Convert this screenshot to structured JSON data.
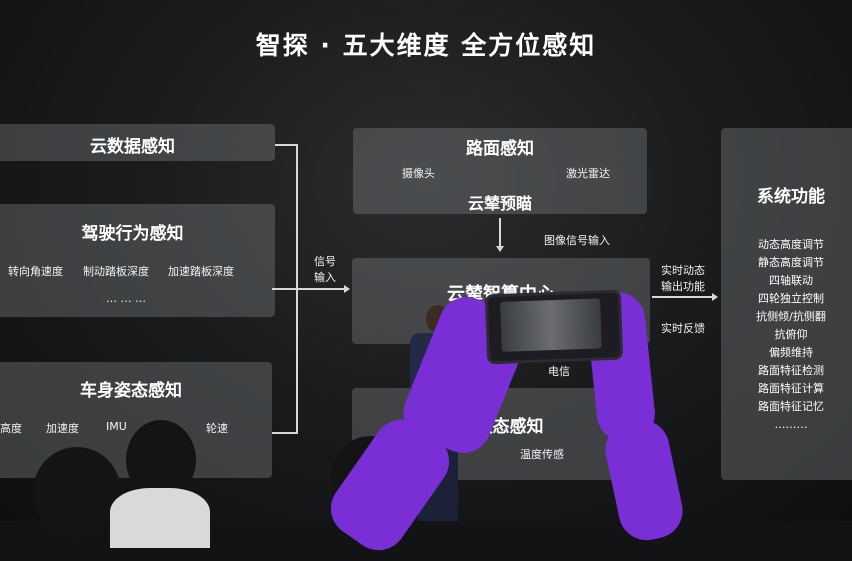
{
  "title": "智探 · 五大维度 全方位感知",
  "left": {
    "cloud": "云数据感知",
    "driving": {
      "title": "驾驶行为感知",
      "items": [
        "转向角速度",
        "制动踏板深度",
        "加速踏板深度"
      ],
      "more": "… … …"
    },
    "body": {
      "title": "车身姿态感知",
      "items": [
        "高度",
        "加速度",
        "IMU",
        "轮速"
      ]
    }
  },
  "signal_input": [
    "信号",
    "输入"
  ],
  "road": {
    "title": "路面感知",
    "camera": "摄像头",
    "lidar": "激光雷达",
    "preview": "云辇预瞄"
  },
  "image_signal": "图像信号输入",
  "center": {
    "title": "云辇智算中心",
    "elec": "电信"
  },
  "realtime_out": [
    "实时动态",
    "输出功能"
  ],
  "realtime_fb": "实时反馈",
  "system_state": {
    "title": "统状态感知",
    "temp": "温度传感"
  },
  "functions": {
    "title": "系统功能",
    "items": [
      "动态高度调节",
      "静态高度调节",
      "四轴联动",
      "四轮独立控制",
      "抗侧倾/抗侧翻",
      "抗俯仰",
      "偏频维持",
      "路面特征检测",
      "路面特征计算",
      "路面特征记忆",
      "………"
    ]
  },
  "colors": {
    "hand": "#7a2fd6",
    "box": "#6e7072"
  }
}
